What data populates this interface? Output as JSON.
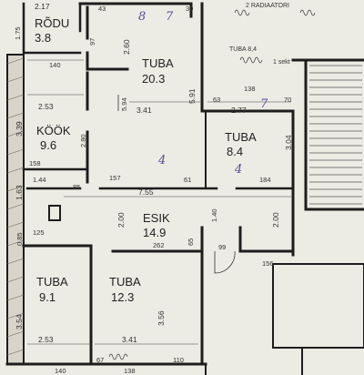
{
  "rooms": {
    "rodu": {
      "name": "RÕDU",
      "area": "3.8"
    },
    "tuba1": {
      "name": "TUBA",
      "area": "20.3"
    },
    "kook": {
      "name": "KÖÖK",
      "area": "9.6"
    },
    "tuba2": {
      "name": "TUBA",
      "area": "8.4"
    },
    "esik": {
      "name": "ESIK",
      "area": "14.9"
    },
    "tuba3": {
      "name": "TUBA",
      "area": "9.1"
    },
    "tuba4": {
      "name": "TUBA",
      "area": "12.3"
    }
  },
  "dimensions": {
    "d217": "2.17",
    "d175": "1.75",
    "d140a": "140",
    "d97": "97",
    "d43": "43",
    "d260": "2.60",
    "d30": "30",
    "d591": "5.91",
    "d253a": "2.53",
    "d594": "5.94",
    "d341a": "3.41",
    "d339": "3.39",
    "d280": "2.80",
    "d63": "63",
    "d138": "138",
    "d277": "2.77",
    "d70": "70",
    "d304": "3.04",
    "d158": "158",
    "d144": "1.44",
    "d85": "85",
    "d157": "157",
    "d61": "61",
    "d184": "184",
    "d163": "1.63",
    "d755": "7.55",
    "d200a": "2.00",
    "d140b": "1.40",
    "d200b": "2.00",
    "d085": "0.85",
    "d125": "125",
    "d262": "262",
    "d65": "65",
    "d99": "99",
    "d156": "156",
    "d354": "3.54",
    "d356": "3.56",
    "d253b": "2.53",
    "d341b": "3.41",
    "d67": "67",
    "d138b": "138",
    "d110": "110",
    "d140c": "140"
  },
  "notes": {
    "radiator_top": "2 RADIAATORI",
    "tuba84": "TUBA 8,4",
    "radiator_small": "1 sekt"
  },
  "handwriting": {
    "h8": "8",
    "h7a": "7",
    "h7b": "7",
    "h4a": "4",
    "h4b": "4"
  }
}
